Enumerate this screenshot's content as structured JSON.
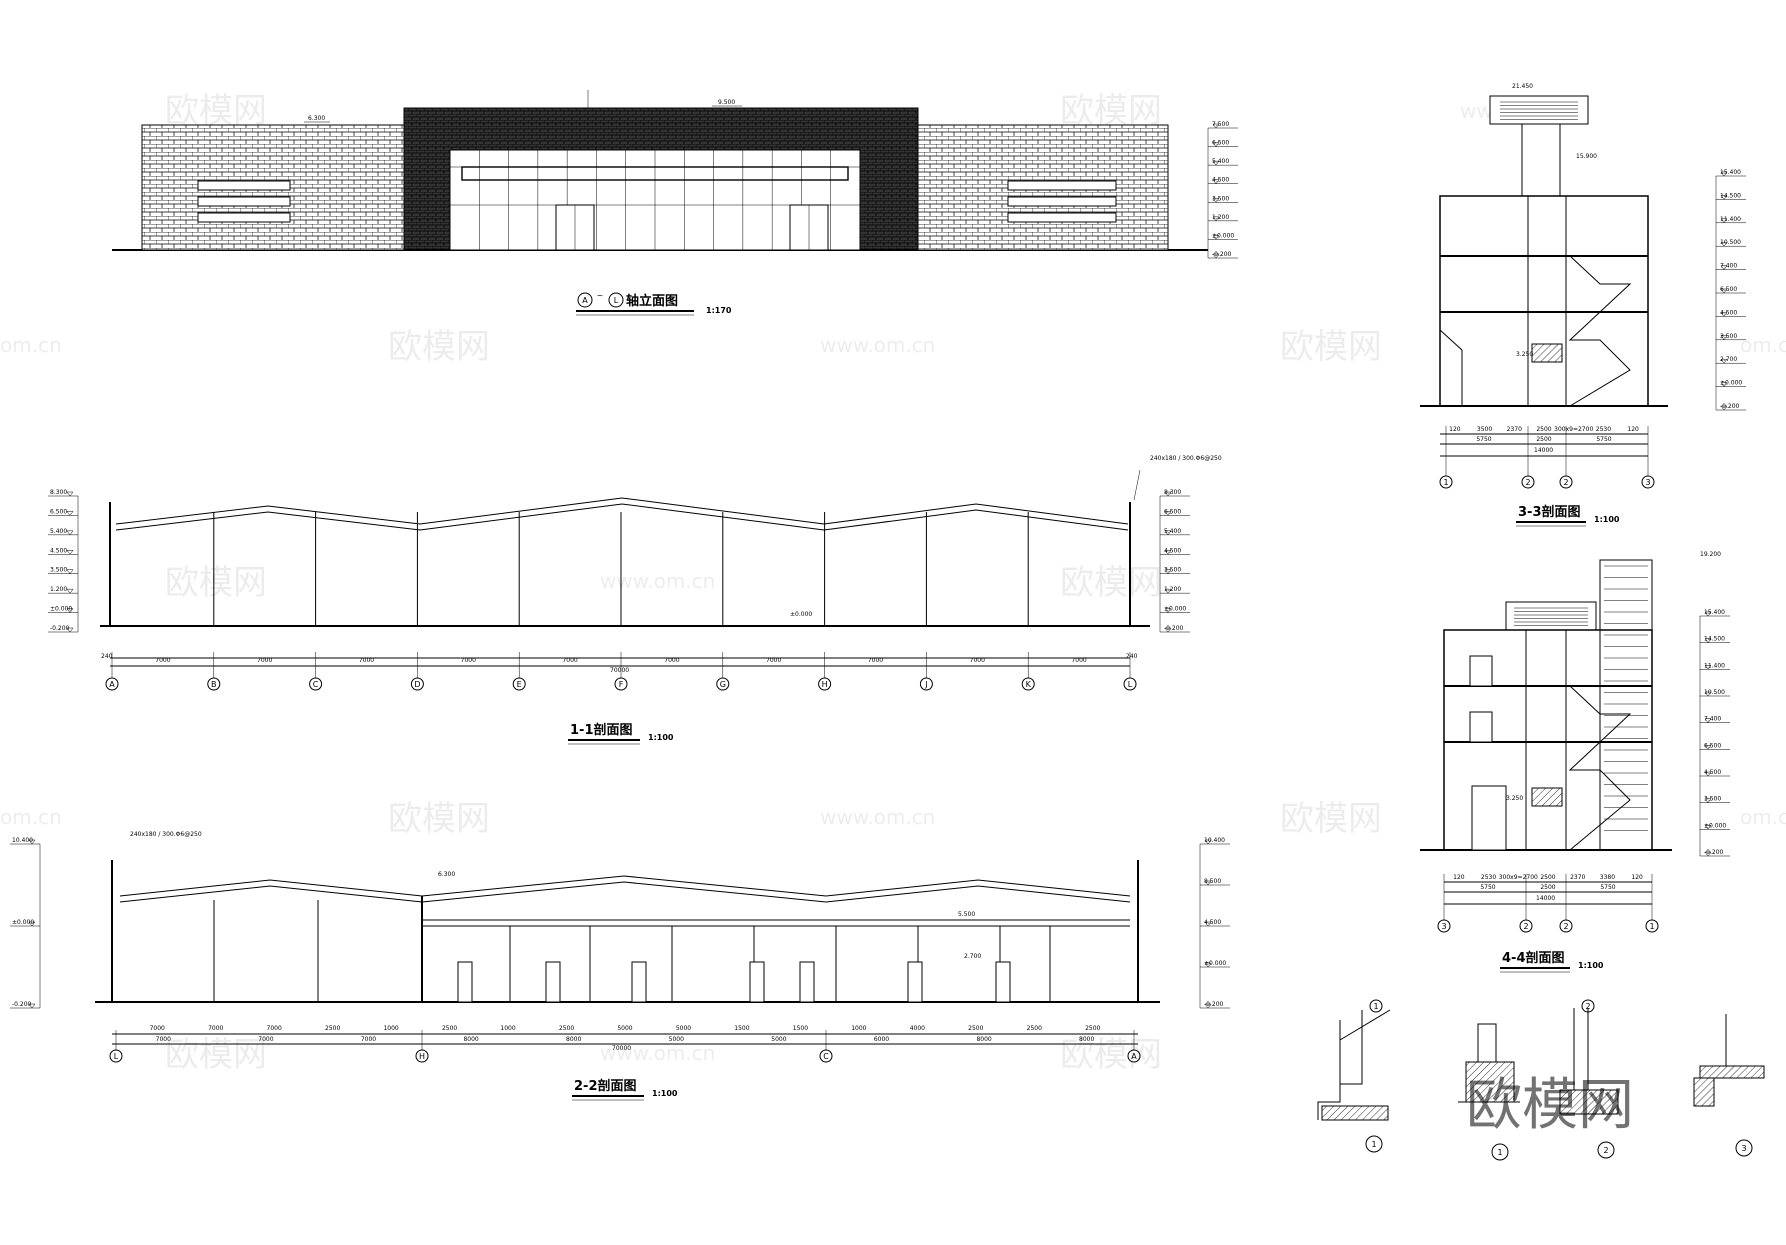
{
  "titles": {
    "elevation": "轴立面图",
    "elevation_axis_a": "A",
    "elevation_axis_l": "L",
    "elevation_scale": "1:170",
    "s11": "1-1剖面图",
    "s11_scale": "1:100",
    "s22": "2-2剖面图",
    "s22_scale": "1:100",
    "s33": "3-3剖面图",
    "s33_scale": "1:100",
    "s44": "4-4剖面图",
    "s44_scale": "1:100"
  },
  "elevation": {
    "roof_level": "9.500",
    "left_level": "6.300",
    "right_levels": [
      "7.500",
      "6.500",
      "5.400",
      "4.500",
      "3.500",
      "1.200",
      "±0.000",
      "-0.200"
    ]
  },
  "section11": {
    "axes": [
      "A",
      "B",
      "C",
      "D",
      "E",
      "F",
      "G",
      "H",
      "J",
      "K",
      "L"
    ],
    "bay_width": "7000",
    "total": "70000",
    "edge": "240",
    "ground": "±0.000",
    "left_levels": [
      "8.300",
      "6.500",
      "5.400",
      "4.500",
      "3.500",
      "1.200",
      "±0.000",
      "-0.200"
    ],
    "right_levels": [
      "8.300",
      "6.500",
      "5.400",
      "4.500",
      "3.500",
      "1.200",
      "±0.000",
      "-0.200"
    ],
    "note": "240x180 / 300.Φ6@250"
  },
  "section22": {
    "axes": [
      "L",
      "H",
      "C",
      "A"
    ],
    "top_dims": [
      "7000",
      "7000",
      "7000",
      "2500",
      "1000",
      "2500",
      "1000",
      "2500",
      "5000",
      "5000",
      "1500",
      "1500",
      "1000",
      "4000",
      "2500",
      "2500",
      "2500"
    ],
    "bottom_dims": [
      "7000",
      "7000",
      "7000",
      "8000",
      "8000",
      "5000",
      "5000",
      "6000",
      "8000",
      "8000"
    ],
    "total": "70000",
    "left_levels": [
      "10.400",
      "±0.000",
      "-0.200"
    ],
    "right_levels": [
      "10.400",
      "8.500",
      "4.500",
      "±0.000",
      "-0.200"
    ],
    "mid_levels": [
      "6.300",
      "5.500",
      "2.700"
    ],
    "note": "240x180 / 300.Φ6@250"
  },
  "section33": {
    "axes": [
      "1",
      "2",
      "3"
    ],
    "bays": [
      "5750",
      "2500",
      "5750"
    ],
    "total": "14000",
    "sub_dims": [
      "120",
      "3500",
      "2370",
      "2500",
      "300x9=2700",
      "2530",
      "120"
    ],
    "levels": [
      "15.400",
      "14.500",
      "11.400",
      "10.500",
      "7.400",
      "6.500",
      "4.500",
      "3.500",
      "2.700",
      "±0.000",
      "-0.200"
    ],
    "top_level": "21.450",
    "roof_level": "15.900",
    "mid_level": "3.250"
  },
  "section44": {
    "axes": [
      "3",
      "2",
      "1"
    ],
    "bays": [
      "5750",
      "2500",
      "5750"
    ],
    "total": "14000",
    "sub_dims": [
      "120",
      "2530",
      "300x9=2700",
      "2500",
      "2370",
      "3380",
      "120"
    ],
    "levels": [
      "15.400",
      "14.500",
      "11.400",
      "10.500",
      "7.400",
      "6.500",
      "4.500",
      "3.500",
      "±0.000",
      "-0.200"
    ],
    "top_level": "19.200",
    "mid_level": "3.250"
  },
  "details": {
    "labels": [
      "1",
      "1",
      "2",
      "3"
    ],
    "top_marks": [
      "1",
      "2"
    ]
  },
  "watermarks": {
    "brand": "欧模网",
    "url": "www.om.cn",
    "url_short": "om.cn",
    "big": "欧模网"
  }
}
